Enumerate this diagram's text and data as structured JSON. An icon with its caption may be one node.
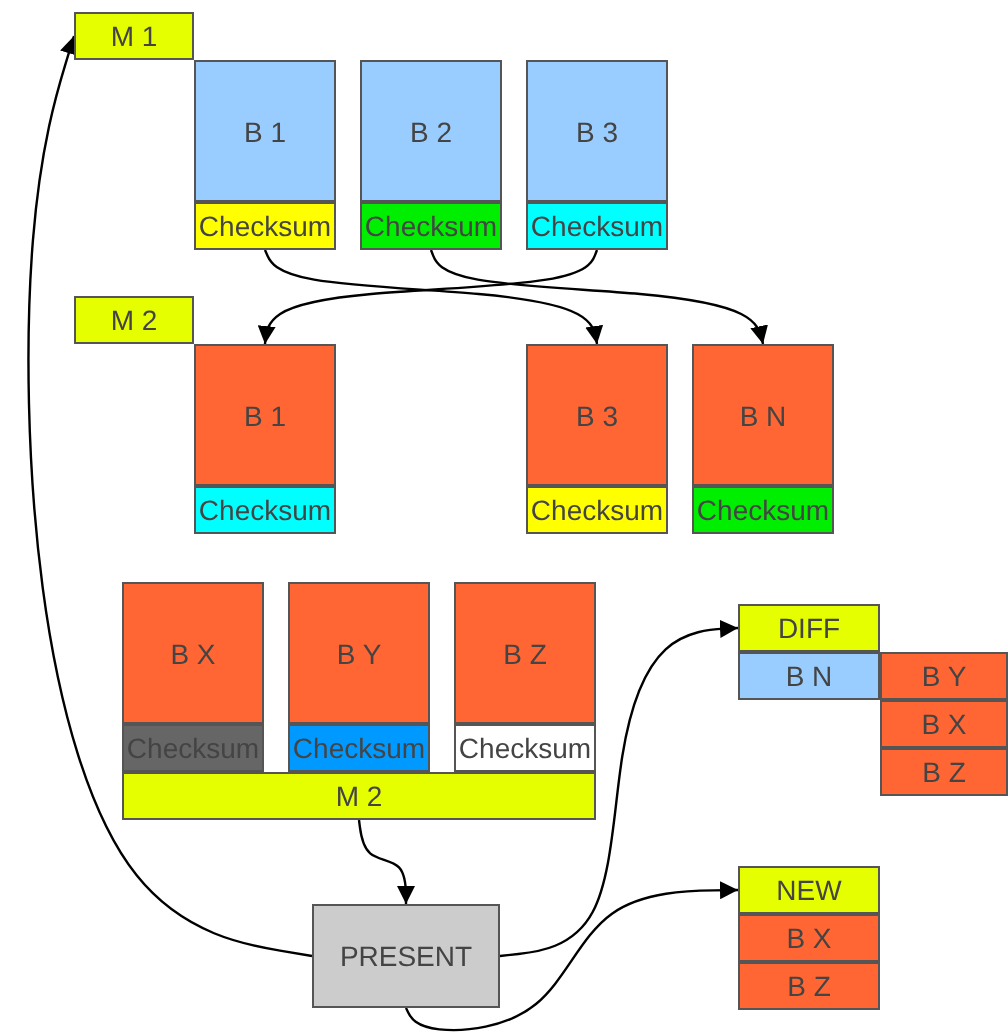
{
  "diagram": {
    "nodes": [
      {
        "text": [
          "M 1"
        ]
      },
      {
        "text": [
          "B 1"
        ]
      },
      {
        "text": [
          "B 2"
        ]
      },
      {
        "text": [
          "B 3"
        ]
      },
      {
        "text": [
          "Checksum"
        ]
      },
      {
        "text": [
          "Checksum"
        ]
      },
      {
        "text": [
          "Checksum"
        ]
      },
      {
        "text": [
          "M 2"
        ]
      },
      {
        "text": [
          "B 1"
        ]
      },
      {
        "text": [
          "B 3"
        ]
      },
      {
        "text": [
          "B N"
        ]
      },
      {
        "text": [
          "Checksum"
        ]
      },
      {
        "text": [
          "Checksum"
        ]
      },
      {
        "text": [
          "Checksum"
        ]
      },
      {
        "text": [
          "B X"
        ]
      },
      {
        "text": [
          "B Y"
        ]
      },
      {
        "text": [
          "B Z"
        ]
      },
      {
        "text": [
          "DIFF"
        ]
      },
      {
        "text": [
          "B N"
        ]
      },
      {
        "text": [
          "B Y"
        ]
      },
      {
        "text": [
          "Checksum"
        ]
      },
      {
        "text": [
          "Checksum"
        ]
      },
      {
        "text": [
          "Checksum"
        ]
      },
      {
        "text": [
          "B X"
        ]
      },
      {
        "text": [
          "B Z"
        ]
      },
      {
        "text": [
          "M 2"
        ]
      },
      {
        "text": [
          "NEW"
        ]
      },
      {
        "text": [
          "PRESENT"
        ]
      },
      {
        "text": [
          "B X"
        ]
      },
      {
        "text": [
          "B Z"
        ]
      }
    ],
    "edges": [
      {
        "from": 4,
        "to": 9,
        "arrow": "to"
      },
      {
        "from": 5,
        "to": 10,
        "arrow": "to"
      },
      {
        "from": 6,
        "to": 8,
        "arrow": "to"
      },
      {
        "from": 25,
        "to": 27,
        "arrow": "to"
      },
      {
        "from": 27,
        "to": 0,
        "arrow": "to"
      },
      {
        "from": 27,
        "to": 17,
        "arrow": "to"
      },
      {
        "from": 27,
        "to": 26,
        "arrow": "to"
      }
    ]
  }
}
